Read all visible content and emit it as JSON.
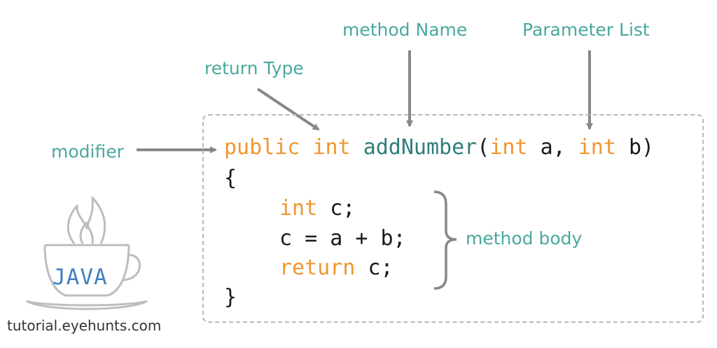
{
  "labels": {
    "method_name": "method Name",
    "parameter_list": "Parameter List",
    "return_type": "return Type",
    "modifier": "modifier",
    "method_body": "method body"
  },
  "code": {
    "line1": {
      "modifier": "public",
      "return_type": "int",
      "method_name": "addNumber",
      "open_paren": "(",
      "param1_type": "int",
      "param1_name": "a,",
      "param2_type": "int",
      "param2_rest": "b)"
    },
    "open_brace": "{",
    "body_line1": {
      "type": "int",
      "rest": "c;"
    },
    "body_line2": "c = a + b;",
    "body_line3": {
      "keyword": "return",
      "rest": "c;"
    },
    "close_brace": "}"
  },
  "logo": {
    "text": "JAVA"
  },
  "footer": {
    "site": "tutorial.eyehunts.com"
  },
  "colors": {
    "label_teal": "#4aa89e",
    "keyword_orange": "#f0962e",
    "method_teal": "#2f7f79",
    "code_black": "#1a1a1a",
    "arrow_gray": "#888888",
    "box_border": "#b8b8b8",
    "logo_blue": "#3f7fc0",
    "logo_outline": "#bdbdbd",
    "footer_text": "#333333"
  },
  "icons": {
    "logo": "java-coffee-cup-icon",
    "brace": "curly-brace-icon"
  }
}
